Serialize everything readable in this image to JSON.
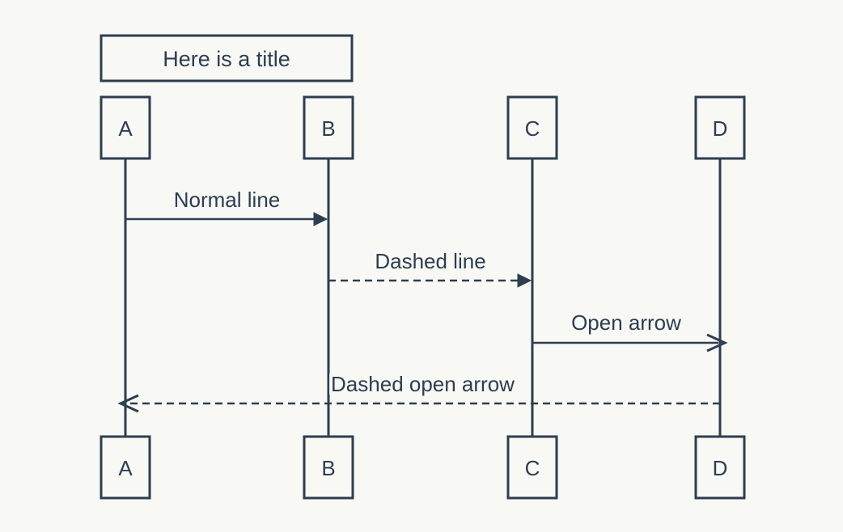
{
  "title": "Here is a title",
  "colors": {
    "ink": "#2d3e50",
    "background": "#f8f8f4"
  },
  "participants": [
    {
      "id": "A",
      "label": "A"
    },
    {
      "id": "B",
      "label": "B"
    },
    {
      "id": "C",
      "label": "C"
    },
    {
      "id": "D",
      "label": "D"
    }
  ],
  "messages": [
    {
      "from": "A",
      "to": "B",
      "label": "Normal line",
      "style": "solid",
      "arrow": "filled"
    },
    {
      "from": "B",
      "to": "C",
      "label": "Dashed line",
      "style": "dashed",
      "arrow": "filled"
    },
    {
      "from": "C",
      "to": "D",
      "label": "Open arrow",
      "style": "solid",
      "arrow": "open"
    },
    {
      "from": "D",
      "to": "A",
      "label": "Dashed open arrow",
      "style": "dashed",
      "arrow": "open"
    }
  ]
}
